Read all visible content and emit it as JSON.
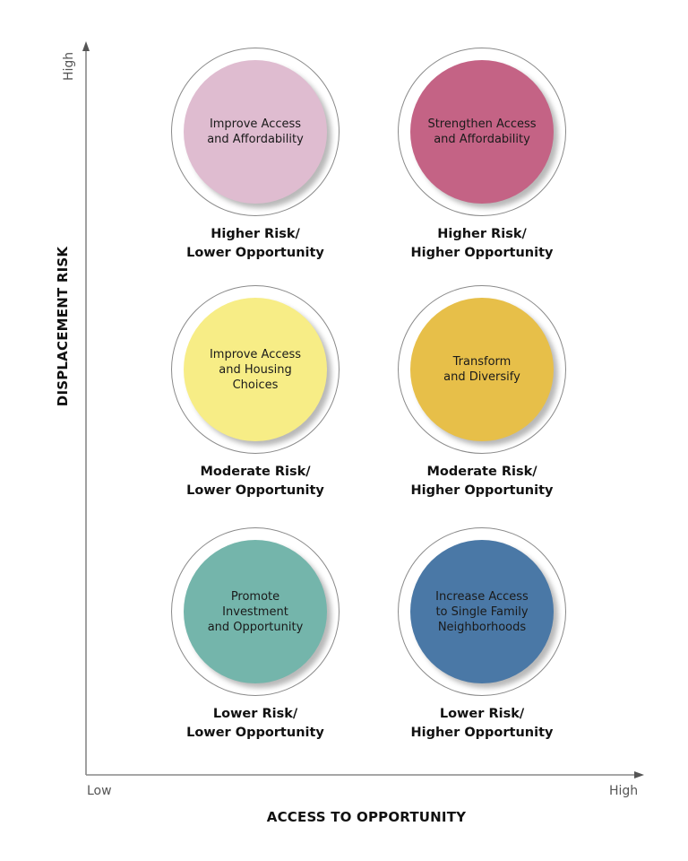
{
  "axes": {
    "y": {
      "title": "DISPLACEMENT RISK",
      "high_label": "High"
    },
    "x": {
      "title": "ACCESS TO OPPORTUNITY",
      "low_label": "Low",
      "high_label": "High"
    }
  },
  "quadrants": [
    {
      "strategy": "Improve Access\nand Affordability",
      "risk": "Higher Risk/",
      "opportunity": "Lower Opportunity",
      "color": "#dfbcd0"
    },
    {
      "strategy": "Strengthen Access\nand Affordability",
      "risk": "Higher Risk/",
      "opportunity": "Higher Opportunity",
      "color": "#c46385"
    },
    {
      "strategy": "Improve Access\nand Housing\nChoices",
      "risk": "Moderate Risk/",
      "opportunity": "Lower Opportunity",
      "color": "#f7ed86"
    },
    {
      "strategy": "Transform\nand Diversify",
      "risk": "Moderate Risk/",
      "opportunity": "Higher Opportunity",
      "color": "#e7bf49"
    },
    {
      "strategy": "Promote\nInvestment\nand Opportunity",
      "risk": "Lower Risk/",
      "opportunity": "Lower Opportunity",
      "color": "#74b5ab"
    },
    {
      "strategy": "Increase Access\nto Single Family\nNeighborhoods",
      "risk": "Lower Risk/",
      "opportunity": "Higher Opportunity",
      "color": "#4a78a6"
    }
  ]
}
